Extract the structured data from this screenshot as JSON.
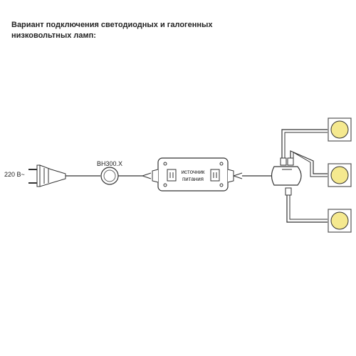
{
  "title": {
    "line1": "Вариант подключения светодиодных и галогенных",
    "line2": "низковольтных ламп:"
  },
  "labels": {
    "voltage": "220 В~",
    "switch_model": "ВН300.Х",
    "power_supply_line1": "источник",
    "power_supply_line2": "питания"
  },
  "colors": {
    "line": "#333333",
    "lamp_fill": "#f5e98f",
    "lamp_frame": "#555555"
  }
}
